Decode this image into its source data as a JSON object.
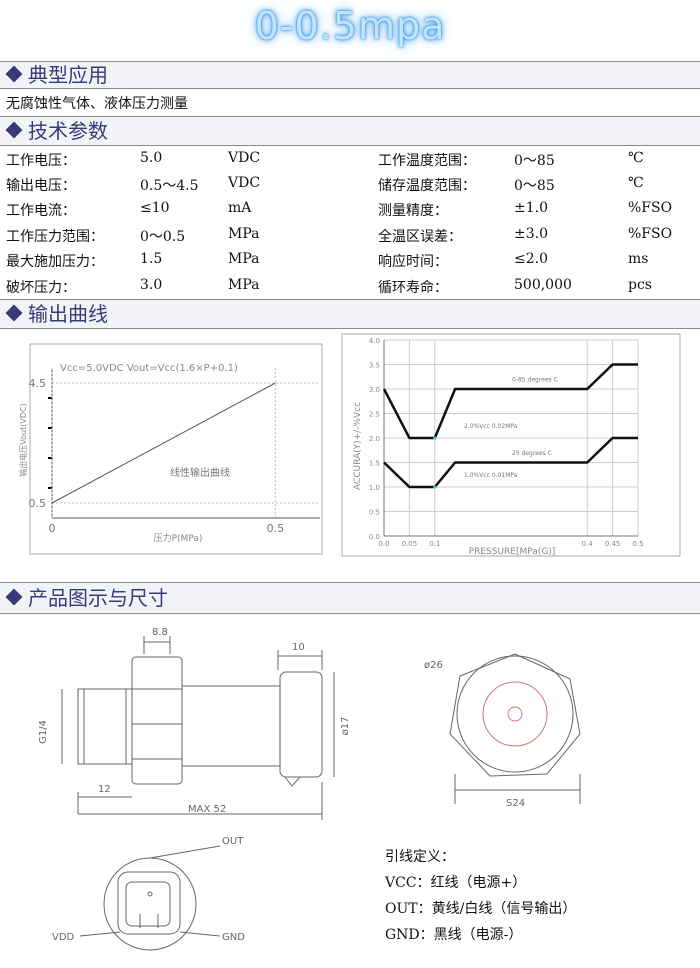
{
  "title": "0-0.5mpa",
  "sections": {
    "application": {
      "heading": "典型应用",
      "text": "无腐蚀性气体、液体压力测量"
    },
    "params": {
      "heading": "技术参数"
    },
    "curve": {
      "heading": "输出曲线"
    },
    "dims": {
      "heading": "产品图示与尺寸"
    }
  },
  "params_left": [
    {
      "label": "工作电压：",
      "value": "5.0",
      "unit": "VDC"
    },
    {
      "label": "输出电压：",
      "value": "0.5～4.5",
      "unit": "VDC"
    },
    {
      "label": "工作电流：",
      "value": "≤10",
      "unit": "mA"
    },
    {
      "label": "工作压力范围：",
      "value": "0～0.5",
      "unit": "MPa"
    },
    {
      "label": "最大施加压力：",
      "value": "1.5",
      "unit": "MPa"
    },
    {
      "label": "破坏压力：",
      "value": "3.0",
      "unit": "MPa"
    }
  ],
  "params_right": [
    {
      "label": "工作温度范围：",
      "value": "0～85",
      "unit": "℃"
    },
    {
      "label": "储存温度范围：",
      "value": "0～85",
      "unit": "℃"
    },
    {
      "label": "测量精度：",
      "value": "±1.0",
      "unit": "%FSO"
    },
    {
      "label": "全温区误差：",
      "value": "±3.0",
      "unit": "%FSO"
    },
    {
      "label": "响应时间：",
      "value": "≤2.0",
      "unit": "ms"
    },
    {
      "label": "循环寿命：",
      "value": "500,000",
      "unit": "pcs"
    }
  ],
  "chart_data": [
    {
      "type": "line",
      "title": "Vcc=5.0VDC  Vout=Vcc(1.6×P+0.1)",
      "xlabel": "压力P(MPa)",
      "ylabel": "输出电压Vout(VDC)",
      "annotation": "线性输出曲线",
      "x_ticks": [
        "0",
        "0.5"
      ],
      "y_ticks": [
        "0.5",
        "4.5"
      ],
      "xlim": [
        0,
        0.6
      ],
      "ylim": [
        0,
        5
      ],
      "series": [
        {
          "x": [
            0,
            0.5
          ],
          "y": [
            0.5,
            4.5
          ]
        }
      ]
    },
    {
      "type": "line",
      "xlabel": "PRESSURE[MPa(G)]",
      "ylabel": "ACCURA(Y)+/-%Vcc",
      "x_ticks": [
        "0.0",
        "0.05",
        "0.1",
        "0.4",
        "0.45",
        "0.5"
      ],
      "y_ticks": [
        "0.0",
        "0.5",
        "1.0",
        "1.5",
        "2.0",
        "2.5",
        "3.0",
        "3.5",
        "4.0"
      ],
      "xlim": [
        0,
        0.5
      ],
      "ylim": [
        0,
        4
      ],
      "annotations": [
        "0-85 degrees C",
        "2.0%Vcc 0.02MPa",
        "25 degrees C",
        "1.0%Vcc 0.01MPa"
      ],
      "series": [
        {
          "x": [
            0,
            0.05,
            0.1,
            0.14,
            0.4,
            0.45,
            0.5
          ],
          "y": [
            3.0,
            2.0,
            2.0,
            3.0,
            3.0,
            3.5,
            3.5
          ]
        },
        {
          "x": [
            0,
            0.05,
            0.1,
            0.14,
            0.4,
            0.45,
            0.5
          ],
          "y": [
            1.5,
            1.0,
            1.0,
            1.5,
            1.5,
            2.0,
            2.0
          ]
        }
      ]
    }
  ],
  "dims_labels": {
    "d88": "8.8",
    "d10": "10",
    "g14": "G1/4",
    "d17": "ø17",
    "d12": "12",
    "max52": "MAX 52",
    "d26": "ø26",
    "s24": "S24"
  },
  "connector_labels": {
    "out": "OUT",
    "vdd": "VDD",
    "gnd": "GND"
  },
  "wiring": {
    "title": "引线定义：",
    "lines": [
      "VCC：红线（电源+）",
      "OUT：黄线/白线（信号输出）",
      "GND：黑线（电源-）"
    ]
  }
}
